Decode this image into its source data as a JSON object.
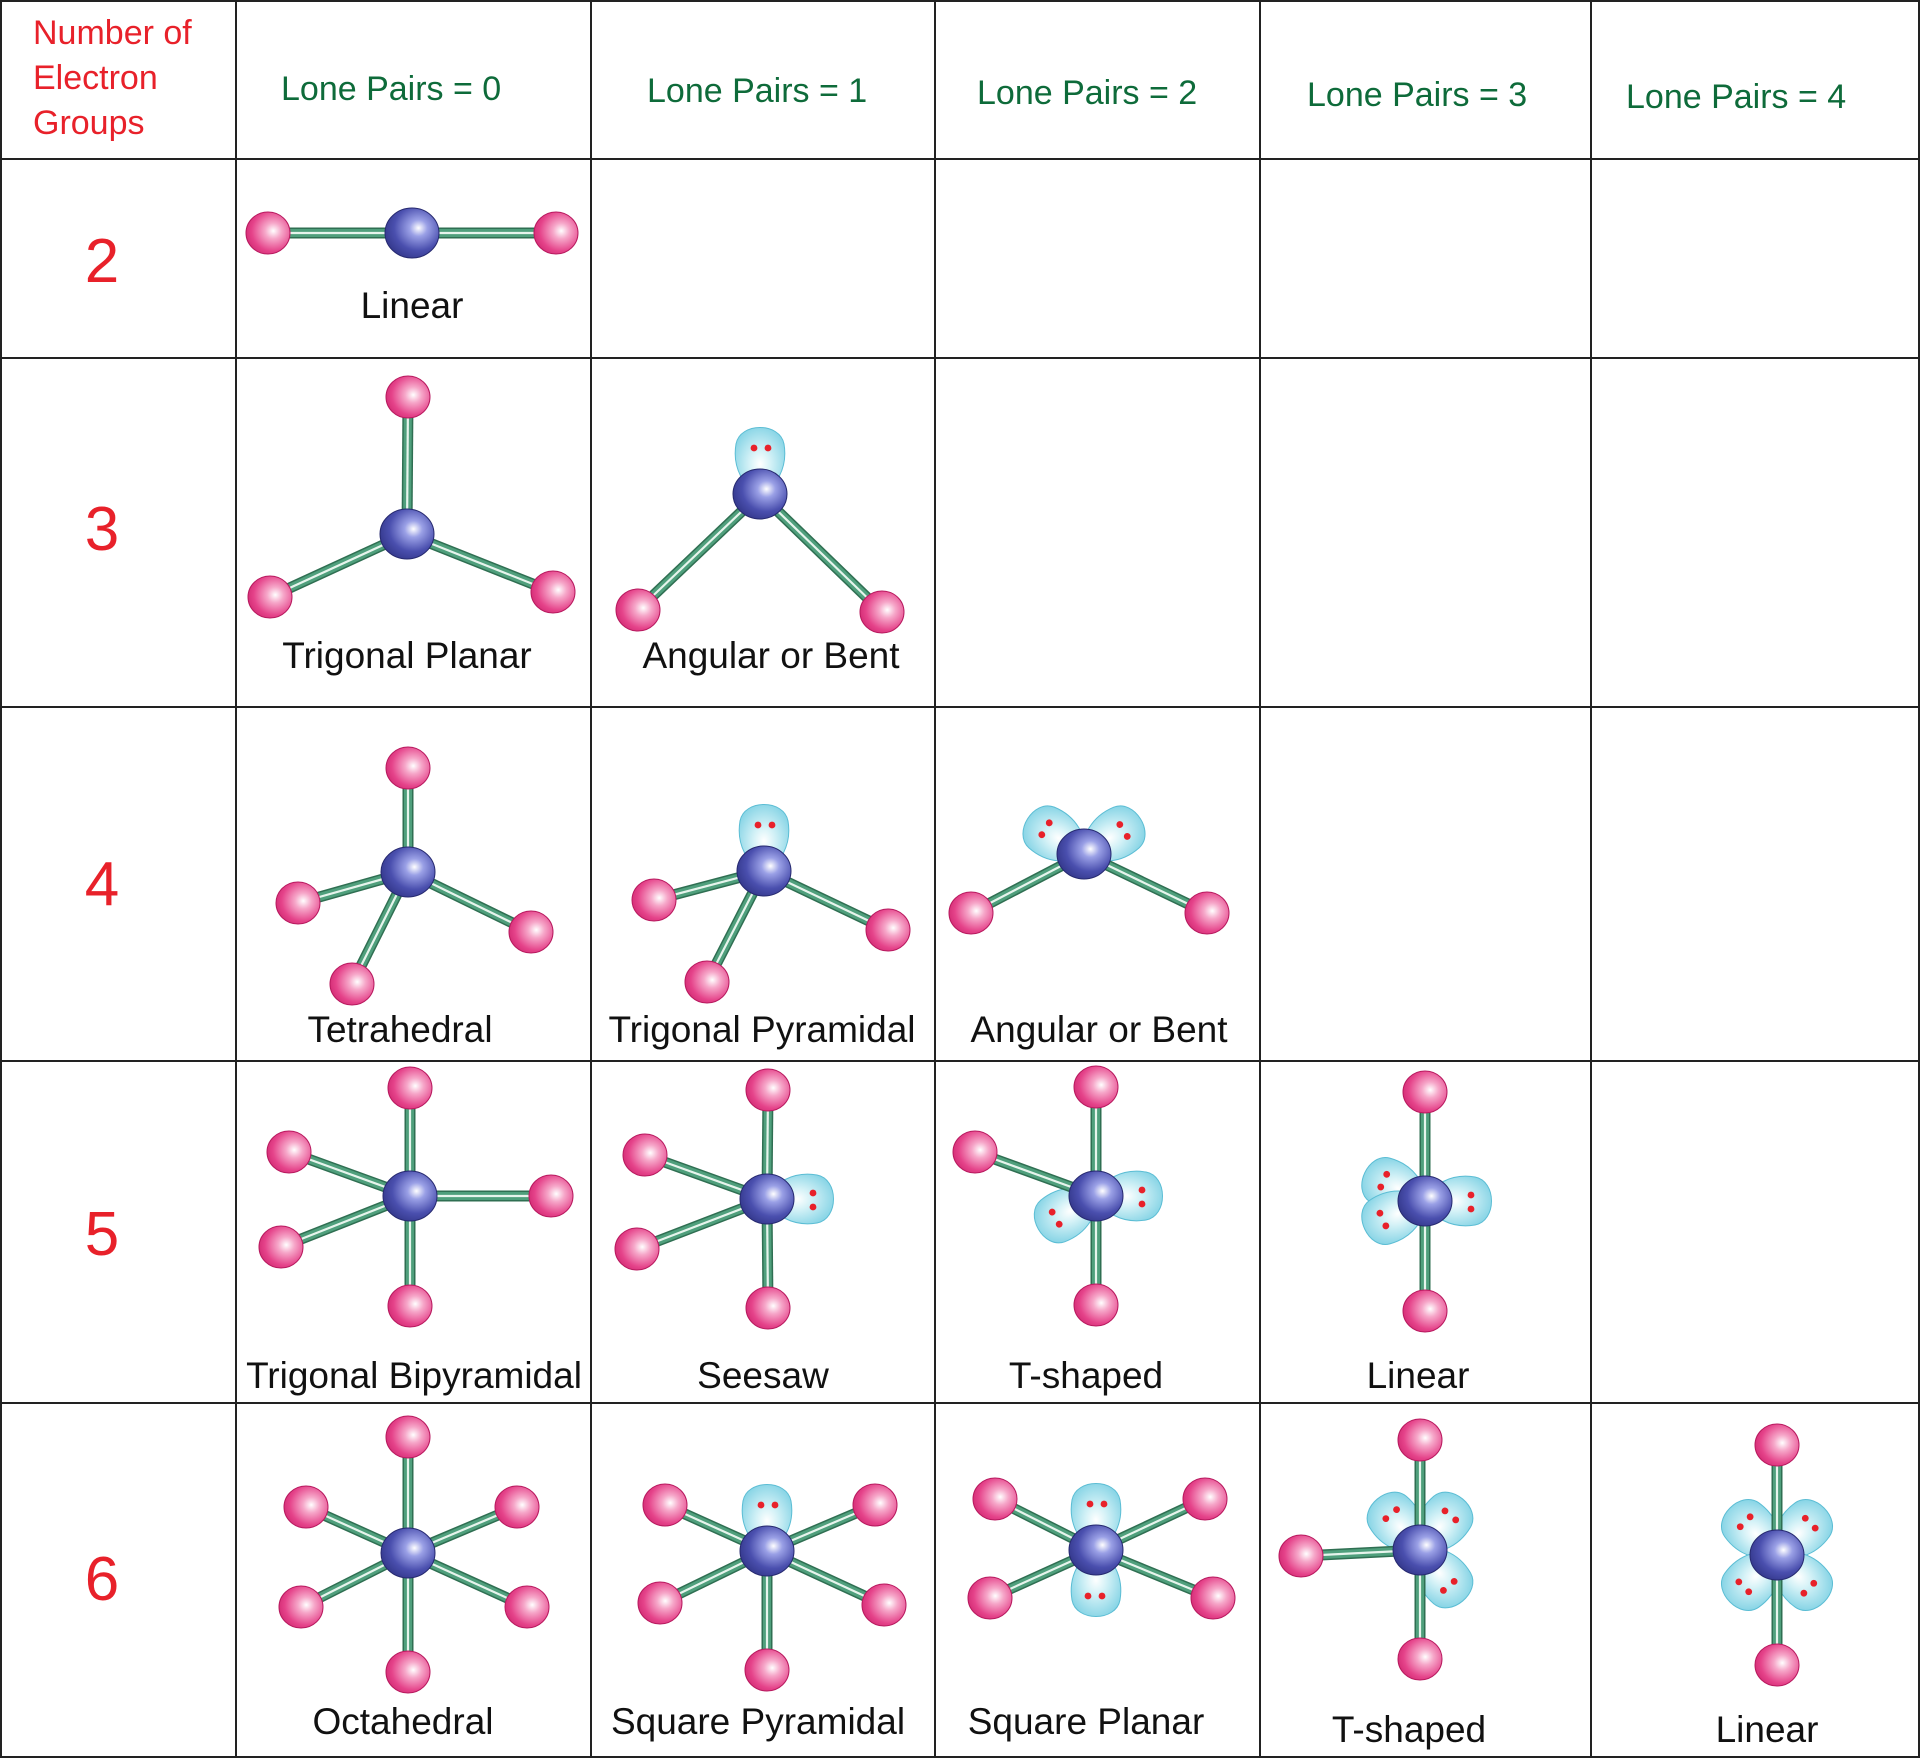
{
  "header": {
    "corner_lines": [
      "Number of",
      "Electron",
      "Groups"
    ],
    "lone_pair_labels": [
      "Lone Pairs = 0",
      "Lone Pairs = 1",
      "Lone Pairs = 2",
      "Lone Pairs = 3",
      "Lone Pairs = 4"
    ]
  },
  "rows": [
    {
      "electron_groups": "2",
      "shapes": [
        "Linear",
        "",
        "",
        "",
        ""
      ]
    },
    {
      "electron_groups": "3",
      "shapes": [
        "Trigonal Planar",
        "Angular or Bent",
        "",
        "",
        ""
      ]
    },
    {
      "electron_groups": "4",
      "shapes": [
        "Tetrahedral",
        "Trigonal Pyramidal",
        "Angular or Bent",
        "",
        ""
      ]
    },
    {
      "electron_groups": "5",
      "shapes": [
        "Trigonal Bipyramidal",
        "Seesaw",
        "T-shaped",
        "Linear",
        ""
      ]
    },
    {
      "electron_groups": "6",
      "shapes": [
        "Octahedral",
        "Square Pyramidal",
        "Square Planar",
        "T-shaped",
        "Linear"
      ]
    }
  ],
  "colors": {
    "header_left": "#e8212a",
    "header_lone_pairs": "#0e6b3a",
    "row_number": "#e8212a",
    "central_atom": "#3b3f9a",
    "outer_atom": "#e0397e",
    "lone_pair_lobe": "#7fd3e3",
    "lone_pair_dots": "#e8212a",
    "bond": "#4f9f7c"
  }
}
